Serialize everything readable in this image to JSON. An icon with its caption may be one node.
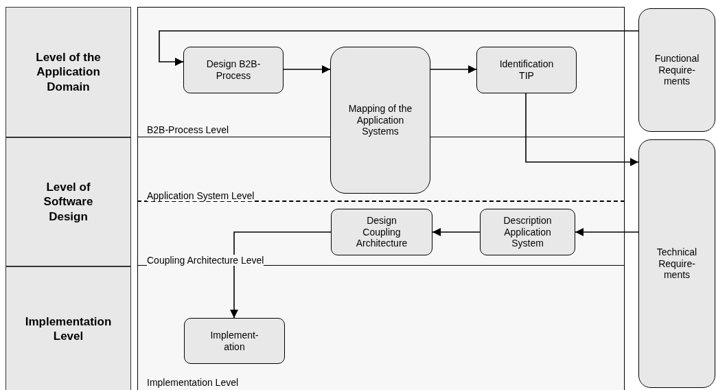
{
  "diagram": {
    "nodes": [
      {
        "text": [
          "Level of the Application Domain"
        ]
      },
      {
        "text": [
          "Level of Software Design"
        ]
      },
      {
        "text": [
          "Implementation Level"
        ]
      },
      {
        "text": [
          "Design B2B-Process"
        ]
      },
      {
        "text": [
          "Mapping of the Application Systems"
        ]
      },
      {
        "text": [
          "Identification TIP"
        ]
      },
      {
        "text": [
          "Functional Require- ments"
        ]
      },
      {
        "text": [
          "Description Application System"
        ]
      },
      {
        "text": [
          "Design Coupling Architecture"
        ]
      },
      {
        "text": [
          "Implement- ation"
        ]
      },
      {
        "text": [
          "Technical Require- ments"
        ]
      }
    ],
    "edges": [
      {
        "from": 6,
        "to": 3,
        "arrow": "to"
      },
      {
        "from": 3,
        "to": 4,
        "arrow": "to"
      },
      {
        "from": 4,
        "to": 5,
        "arrow": "to"
      },
      {
        "from": 5,
        "to": 10,
        "arrow": "to"
      },
      {
        "from": 10,
        "to": 7,
        "arrow": "to"
      },
      {
        "from": 7,
        "to": 8,
        "arrow": "to"
      },
      {
        "from": 8,
        "to": 9,
        "arrow": "to"
      }
    ],
    "labels": [
      "B2B-Process Level",
      "Application System Level",
      "Coupling Architecture Level",
      "Implementation Level"
    ]
  }
}
